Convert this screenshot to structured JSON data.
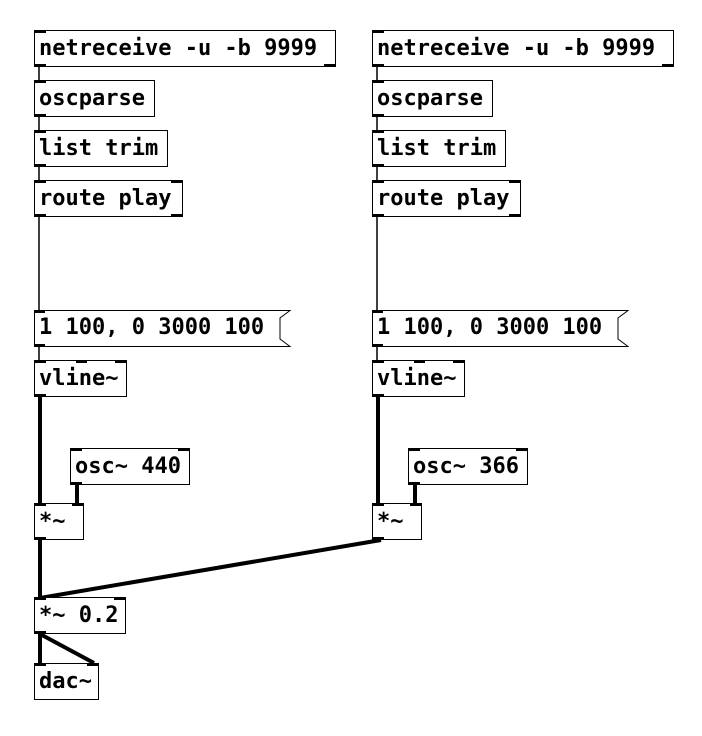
{
  "patch": {
    "left_chain": {
      "netreceive": "netreceive -u -b 9999",
      "oscparse": "oscparse",
      "list_trim": "list trim",
      "route": "route play",
      "message": "1 100, 0 3000 100",
      "vline": "vline~",
      "osc": "osc~ 440",
      "mult": "*~"
    },
    "right_chain": {
      "netreceive": "netreceive -u -b 9999",
      "oscparse": "oscparse",
      "list_trim": "list trim",
      "route": "route play",
      "message": "1 100, 0 3000 100",
      "vline": "vline~",
      "osc": "osc~ 366",
      "mult": "*~"
    },
    "gain": "*~ 0.2",
    "dac": "dac~"
  }
}
